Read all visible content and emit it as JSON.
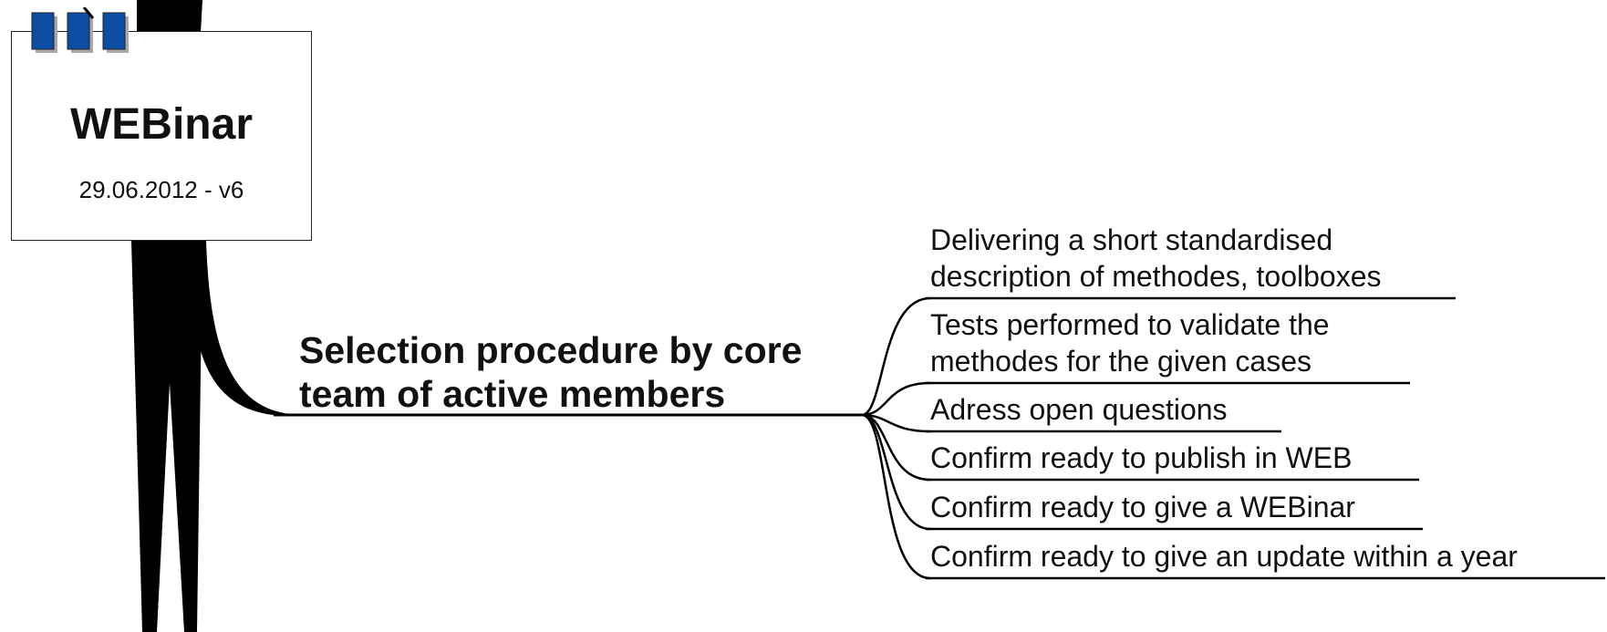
{
  "central_topic": {
    "title": "WEBinar",
    "subtitle": "29.06.2012 - v6"
  },
  "branch": {
    "line1": "Selection procedure by core",
    "line2": "team of active members"
  },
  "subtopics": [
    {
      "line1": "Delivering a short standardised",
      "line2": "description of methodes, toolboxes"
    },
    {
      "line1": "Tests performed to validate the",
      "line2": "methodes for the given cases"
    },
    {
      "line1": "Adress open questions"
    },
    {
      "line1": "Confirm ready to publish in WEB"
    },
    {
      "line1": "Confirm ready to give a WEBinar"
    },
    {
      "line1": "Confirm ready to give an update within a year"
    }
  ],
  "colors": {
    "note_icon_fill": "#0a4da2",
    "line": "#000000"
  }
}
